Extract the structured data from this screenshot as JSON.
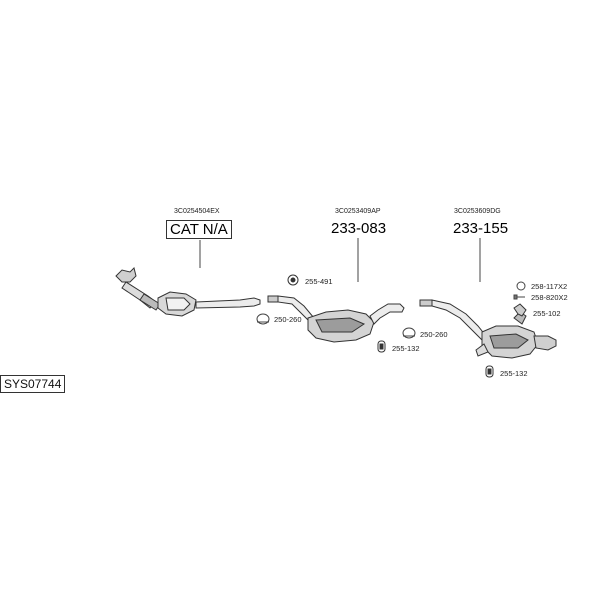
{
  "system_code": "SYS07744",
  "sections": [
    {
      "ref": "3C0254504EX",
      "part": "CAT N/A"
    },
    {
      "ref": "3C0253409AP",
      "part": "233-083"
    },
    {
      "ref": "3C0253609DG",
      "part": "233-155"
    }
  ],
  "parts": {
    "hanger_1": "255-491",
    "clamp_1": "250-260",
    "rubber_1": "255-132",
    "clamp_2": "250-260",
    "ring": "258-117X2",
    "bolt": "258-820X2",
    "bracket": "255-102",
    "rubber_2": "255-132"
  }
}
